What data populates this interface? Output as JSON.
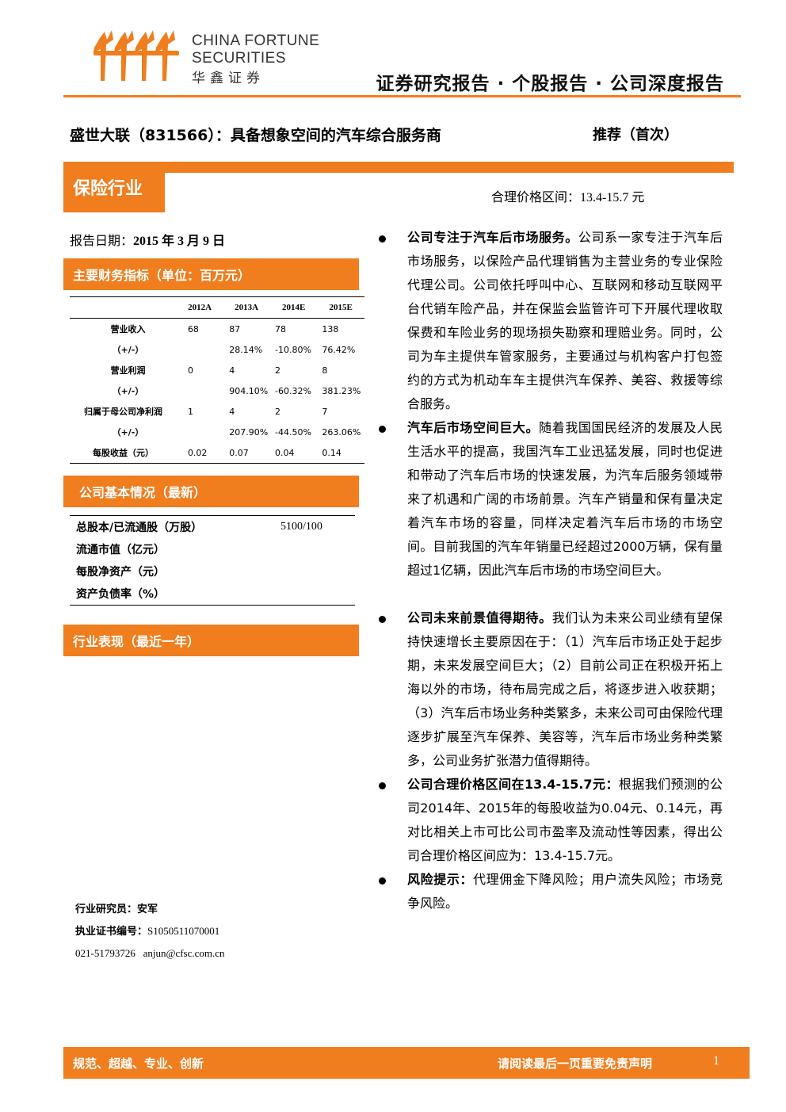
{
  "header": {
    "logo_en_line1": "CHINA FORTUNE",
    "logo_en_line2": "SECURITIES",
    "logo_cn": "华鑫证券",
    "report_type": "证券研究报告 · 个股报告 · 公司深度报告"
  },
  "title": "盛世大联（831566）：具备想象空间的汽车综合服务商",
  "rating": "推荐（首次）",
  "industry_banner": "保险行业",
  "price_range_label": "合理价格区间：",
  "price_range_value": "13.4-15.7 元",
  "report_date_label": "报告日期：",
  "report_date_value": "2015 年 3 月 9 日",
  "financials": {
    "heading": "主要财务指标（单位：百万元）",
    "columns": [
      "",
      "2012A",
      "2013A",
      "2014E",
      "2015E"
    ],
    "rows": [
      [
        "营业收入",
        "68",
        "87",
        "78",
        "138"
      ],
      [
        "（+/-）",
        "",
        "28.14%",
        "-10.80%",
        "76.42%"
      ],
      [
        "营业利润",
        "0",
        "4",
        "2",
        "8"
      ],
      [
        "（+/-）",
        "",
        "904.10%",
        "-60.32%",
        "381.23%"
      ],
      [
        "归属于母公司净利润",
        "1",
        "4",
        "2",
        "7"
      ],
      [
        "（+/-）",
        "",
        "207.90%",
        "-44.50%",
        "263.06%"
      ],
      [
        "每股收益（元）",
        "0.02",
        "0.07",
        "0.04",
        "0.14"
      ]
    ]
  },
  "basic_info": {
    "heading": "公司基本情况（最新）",
    "rows": [
      [
        "总股本/已流通股（万股）",
        "5100/100"
      ],
      [
        "流通市值（亿元）",
        ""
      ],
      [
        "每股净资产（元）",
        ""
      ],
      [
        "资产负债率（%）",
        ""
      ]
    ]
  },
  "industry_perf_heading": "行业表现（最近一年）",
  "analyst": {
    "name_line": "行业研究员：安军",
    "cert_label": "执业证书编号：",
    "cert_value": "S1050511070001",
    "phone": "021-51793726",
    "email": "anjun@cfsc.com.cn"
  },
  "bullets": [
    {
      "lead": "公司专注于汽车后市场服务。",
      "text": "公司系一家专注于汽车后市场服务，以保险产品代理销售为主营业务的专业保险代理公司。公司依托呼叫中心、互联网和移动互联网平台代销车险产品，并在保监会监管许可下开展代理收取保费和车险业务的现场损失勘察和理赔业务。同时，公司为车主提供车管家服务，主要通过与机构客户打包签约的方式为机动车车主提供汽车保养、美容、救援等综合服务。"
    },
    {
      "lead": "汽车后市场空间巨大。",
      "text": "随着我国国民经济的发展及人民生活水平的提高，我国汽车工业迅猛发展，同时也促进和带动了汽车后市场的快速发展，为汽车后服务领域带来了机遇和广阔的市场前景。汽车产销量和保有量决定着汽车市场的容量，同样决定着汽车后市场的市场空间。目前我国的汽车年销量已经超过2000万辆，保有量超过1亿辆，因此汽车后市场的市场空间巨大。"
    },
    {
      "lead": "公司未来前景值得期待。",
      "text": "我们认为未来公司业绩有望保持快速增长主要原因在于：（1）汽车后市场正处于起步期，未来发展空间巨大；（2）目前公司正在积极开拓上海以外的市场，待布局完成之后，将逐步进入收获期；（3）汽车后市场业务种类繁多，未来公司可由保险代理逐步扩展至汽车保养、美容等，汽车后市场业务种类繁多，公司业务扩张潜力值得期待。"
    },
    {
      "lead": "公司合理价格区间在13.4-15.7元：",
      "text": "根据我们预测的公司2014年、2015年的每股收益为0.04元、0.14元，再对比相关上市可比公司市盈率及流动性等因素，得出公司合理价格区间应为：13.4-15.7元。"
    },
    {
      "lead": "风险提示：",
      "text": "代理佣金下降风险；用户流失风险；市场竞争风险。"
    }
  ],
  "footer": {
    "left": "规范、超越、专业、创新",
    "right": "请阅读最后一页重要免责声明",
    "page": "1"
  },
  "colors": {
    "accent": "#f07d1e"
  }
}
